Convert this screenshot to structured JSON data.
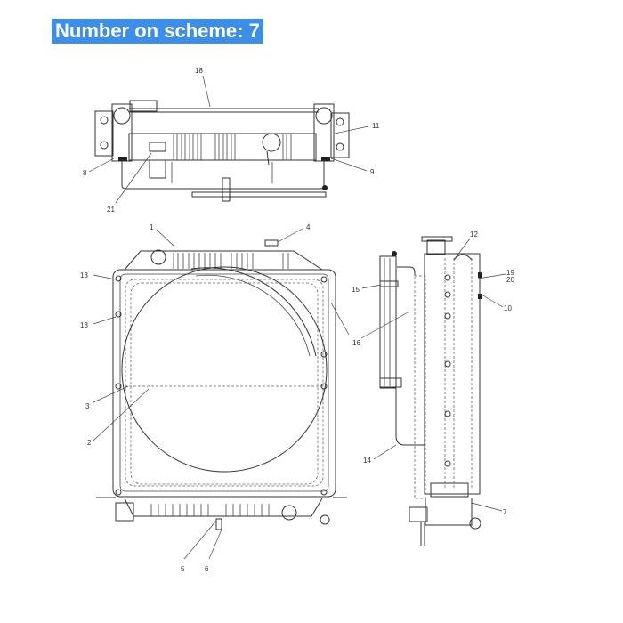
{
  "header": {
    "title": "Number on scheme: 7",
    "background_color": "#3b8fe8",
    "text_color": "#ffffff"
  },
  "diagram": {
    "subject": "radiator assembly exploded parts scheme",
    "views": [
      "top-view",
      "front-view",
      "side-view"
    ],
    "labels": {
      "top_view": [
        "18",
        "11",
        "8",
        "9",
        "21"
      ],
      "front_view": [
        "1",
        "4",
        "13",
        "13",
        "3",
        "2",
        "5",
        "6"
      ],
      "side_view": [
        "12",
        "19",
        "20",
        "15",
        "10",
        "16",
        "14",
        "7"
      ]
    },
    "callouts": [
      {
        "id": "18",
        "view": "top"
      },
      {
        "id": "11",
        "view": "top"
      },
      {
        "id": "8",
        "view": "top"
      },
      {
        "id": "9",
        "view": "top"
      },
      {
        "id": "21",
        "view": "top"
      },
      {
        "id": "1",
        "view": "front"
      },
      {
        "id": "4",
        "view": "front"
      },
      {
        "id": "13",
        "view": "front"
      },
      {
        "id": "13",
        "view": "front"
      },
      {
        "id": "3",
        "view": "front"
      },
      {
        "id": "2",
        "view": "front"
      },
      {
        "id": "5",
        "view": "front"
      },
      {
        "id": "6",
        "view": "front"
      },
      {
        "id": "12",
        "view": "side"
      },
      {
        "id": "19",
        "view": "side"
      },
      {
        "id": "20",
        "view": "side"
      },
      {
        "id": "15",
        "view": "side"
      },
      {
        "id": "10",
        "view": "side"
      },
      {
        "id": "16",
        "view": "side"
      },
      {
        "id": "14",
        "view": "side"
      },
      {
        "id": "7",
        "view": "side"
      }
    ]
  }
}
